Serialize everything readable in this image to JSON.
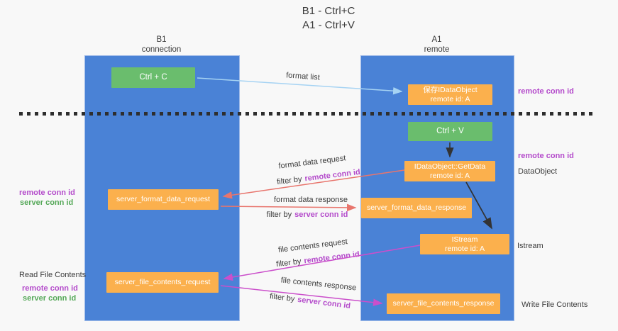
{
  "title": {
    "line1": "B1 - Ctrl+C",
    "line2": "A1 - Ctrl+V"
  },
  "lanes": {
    "left": {
      "title": "B1",
      "subtitle": "connection"
    },
    "right": {
      "title": "A1",
      "subtitle": "remote"
    }
  },
  "boxes": {
    "ctrl_c": {
      "label": "Ctrl + C"
    },
    "ctrl_v": {
      "label": "Ctrl + V"
    },
    "saved_dataobject": {
      "line1": "保存IDataObject",
      "line2": "remote id: A"
    },
    "getdata": {
      "line1": "IDataObject::GetData",
      "line2": "remote id: A"
    },
    "istream": {
      "line1": "IStream",
      "line2": "remote id: A"
    },
    "format_request": {
      "label": "server_format_data_request"
    },
    "format_response": {
      "label": "server_format_data_response"
    },
    "file_request": {
      "label": "server_file_contents_request"
    },
    "file_response": {
      "label": "server_file_contents_response"
    }
  },
  "flow_labels": {
    "format_list": "format list",
    "format_data_request": "format data request",
    "format_data_response": "format data response",
    "file_contents_request": "file contents request",
    "file_contents_response": "file contents response",
    "filter_by": "filter by",
    "remote_conn_id": "remote conn id",
    "server_conn_id": "server conn id"
  },
  "side_notes": {
    "remote_conn_id_top": "remote conn id",
    "remote_conn_id_mid": "remote conn id",
    "dataobject": "DataObject",
    "istream": "Istream",
    "write_file_contents": "Write File Contents",
    "read_file_contents": "Read File Contents",
    "remote_conn_id_left_mid": "remote conn id",
    "server_conn_id_left_mid": "server conn id",
    "remote_conn_id_left_bottom": "remote conn id",
    "server_conn_id_left_bottom": "server conn id"
  },
  "colors": {
    "lane_blue": "#4a82d6",
    "box_orange": "#fbb04d",
    "box_green": "#6abd6d",
    "purple_text": "#b44bcb",
    "green_text": "#55a858",
    "arrow_red": "#e8756d",
    "arrow_magenta": "#cb4fcb",
    "arrow_light_blue": "#a6d3f3",
    "arrow_black": "#333333"
  }
}
